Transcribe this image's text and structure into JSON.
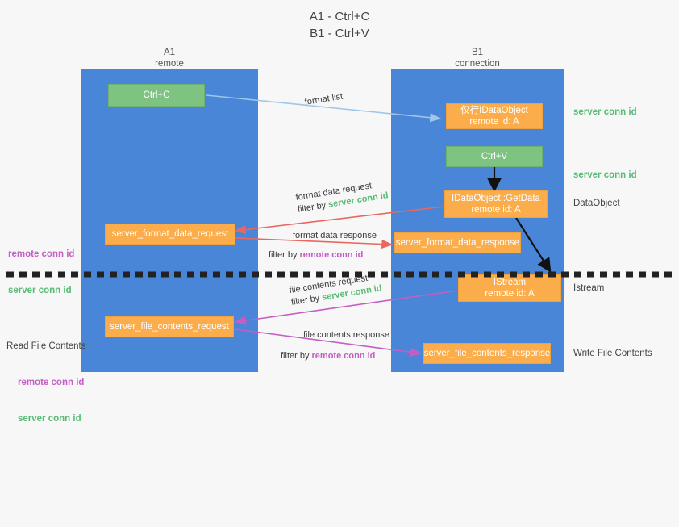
{
  "title": {
    "line1": "A1 - Ctrl+C",
    "line2": "B1 - Ctrl+V"
  },
  "columns": {
    "left": {
      "name": "A1",
      "role": "remote"
    },
    "right": {
      "name": "B1",
      "role": "connection"
    }
  },
  "colors": {
    "lane": "#4a86d8",
    "green_box": "#7ec382",
    "orange_box": "#fbad4b",
    "server_conn_id": "#57bb74",
    "remote_conn_id": "#c45ec4",
    "arrow_format_list": "#9fc6e8",
    "arrow_format_data": "#e8685f",
    "arrow_file_contents": "#c45ec4",
    "arrow_internal": "#111111"
  },
  "boxes": {
    "ctrl_c": {
      "label": "Ctrl+C"
    },
    "idataobject": {
      "line1": "仅行IDataObject",
      "line2": "remote id: A"
    },
    "ctrl_v": {
      "label": "Ctrl+V"
    },
    "getdata": {
      "line1": "IDataObject::GetData",
      "line2": "remote id: A"
    },
    "server_format_data_request": {
      "label": "server_format_data_request"
    },
    "server_format_data_response": {
      "label": "server_format_data_response"
    },
    "istream": {
      "line1": "IStream",
      "line2": "remote id: A"
    },
    "server_file_contents_request": {
      "label": "server_file_contents_request"
    },
    "server_file_contents_response": {
      "label": "server_file_contents_response"
    }
  },
  "arrow_labels": {
    "format_list": {
      "text": "format list"
    },
    "format_data_request": {
      "line1": "format data request",
      "filter_prefix": "filter by ",
      "filter_key": "server conn id"
    },
    "format_data_response": {
      "line1": "format data response",
      "filter_prefix": "filter by ",
      "filter_key": "remote conn id"
    },
    "file_contents_request": {
      "line1": "file contents request",
      "filter_prefix": "filter by ",
      "filter_key": "server conn id"
    },
    "file_contents_response": {
      "line1": "file contents response",
      "filter_prefix": "filter by ",
      "filter_key": "remote conn id"
    }
  },
  "right_labels": {
    "server_conn_id_top": "server conn id",
    "server_conn_id_mid": "server conn id",
    "dataobject": "DataObject",
    "istream": "Istream",
    "write_file_contents": "Write File Contents"
  },
  "left_labels": {
    "format_remote": "remote conn id",
    "format_server": "server conn id",
    "read_file_contents": "Read File Contents",
    "file_remote": "remote conn id",
    "file_server": "server conn id"
  }
}
